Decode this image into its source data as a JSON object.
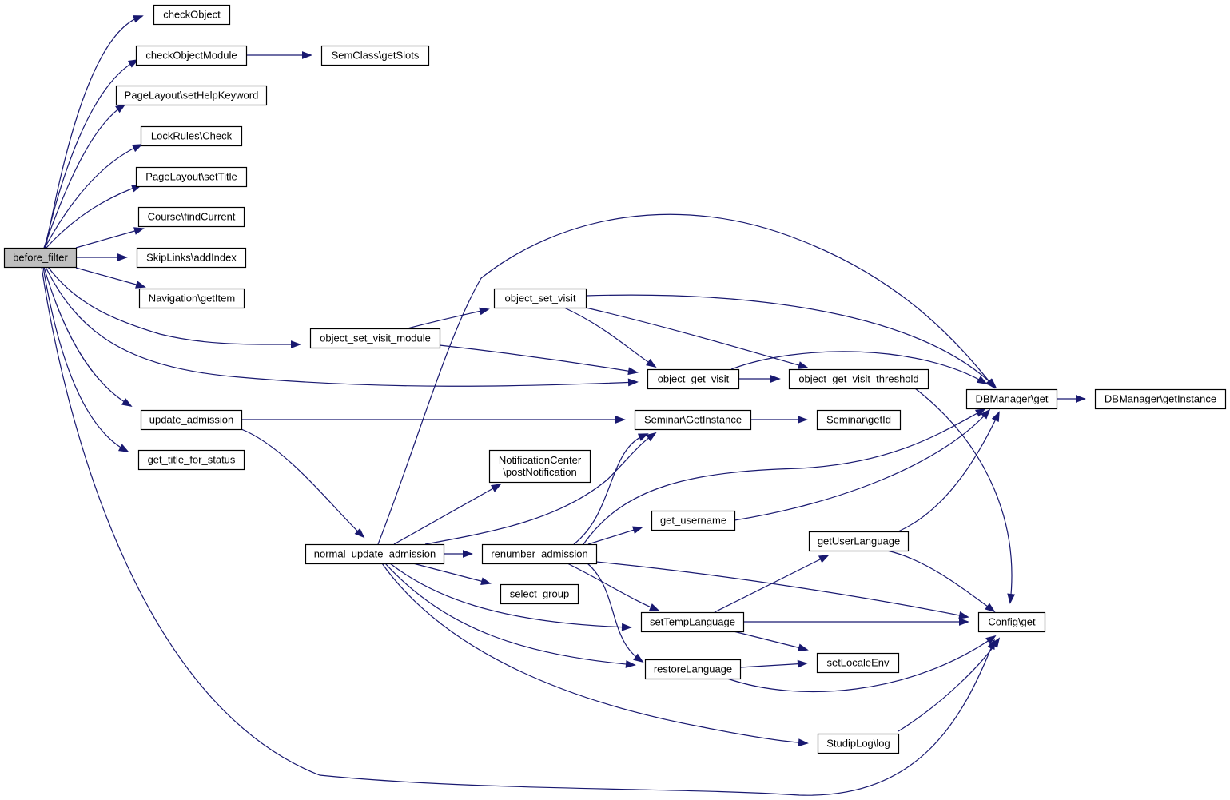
{
  "graph": {
    "root": "before_filter",
    "nodes": [
      {
        "id": "before_filter",
        "label": [
          "before_filter"
        ]
      },
      {
        "id": "checkObject",
        "label": [
          "checkObject"
        ]
      },
      {
        "id": "checkObjectModule",
        "label": [
          "checkObjectModule"
        ]
      },
      {
        "id": "SemClass_getSlots",
        "label": [
          "SemClass\\getSlots"
        ]
      },
      {
        "id": "PageLayout_setHelpKeyword",
        "label": [
          "PageLayout\\setHelpKeyword"
        ]
      },
      {
        "id": "LockRules_Check",
        "label": [
          "LockRules\\Check"
        ]
      },
      {
        "id": "PageLayout_setTitle",
        "label": [
          "PageLayout\\setTitle"
        ]
      },
      {
        "id": "Course_findCurrent",
        "label": [
          "Course\\findCurrent"
        ]
      },
      {
        "id": "SkipLinks_addIndex",
        "label": [
          "SkipLinks\\addIndex"
        ]
      },
      {
        "id": "Navigation_getItem",
        "label": [
          "Navigation\\getItem"
        ]
      },
      {
        "id": "object_set_visit_module",
        "label": [
          "object_set_visit_module"
        ]
      },
      {
        "id": "object_set_visit",
        "label": [
          "object_set_visit"
        ]
      },
      {
        "id": "object_get_visit",
        "label": [
          "object_get_visit"
        ]
      },
      {
        "id": "object_get_visit_threshold",
        "label": [
          "object_get_visit_threshold"
        ]
      },
      {
        "id": "DBManager_get",
        "label": [
          "DBManager\\get"
        ]
      },
      {
        "id": "DBManager_getInstance",
        "label": [
          "DBManager\\getInstance"
        ]
      },
      {
        "id": "update_admission",
        "label": [
          "update_admission"
        ]
      },
      {
        "id": "Seminar_GetInstance",
        "label": [
          "Seminar\\GetInstance"
        ]
      },
      {
        "id": "Seminar_getId",
        "label": [
          "Seminar\\getId"
        ]
      },
      {
        "id": "get_title_for_status",
        "label": [
          "get_title_for_status"
        ]
      },
      {
        "id": "NotificationCenter_postNotification",
        "label": [
          "NotificationCenter",
          "\\postNotification"
        ]
      },
      {
        "id": "get_username",
        "label": [
          "get_username"
        ]
      },
      {
        "id": "getUserLanguage",
        "label": [
          "getUserLanguage"
        ]
      },
      {
        "id": "normal_update_admission",
        "label": [
          "normal_update_admission"
        ]
      },
      {
        "id": "renumber_admission",
        "label": [
          "renumber_admission"
        ]
      },
      {
        "id": "select_group",
        "label": [
          "select_group"
        ]
      },
      {
        "id": "setTempLanguage",
        "label": [
          "setTempLanguage"
        ]
      },
      {
        "id": "Config_get",
        "label": [
          "Config\\get"
        ]
      },
      {
        "id": "restoreLanguage",
        "label": [
          "restoreLanguage"
        ]
      },
      {
        "id": "setLocaleEnv",
        "label": [
          "setLocaleEnv"
        ]
      },
      {
        "id": "StudipLog_log",
        "label": [
          "StudipLog\\log"
        ]
      }
    ],
    "edges": [
      {
        "from": "before_filter",
        "to": "checkObject"
      },
      {
        "from": "before_filter",
        "to": "checkObjectModule"
      },
      {
        "from": "checkObjectModule",
        "to": "SemClass_getSlots"
      },
      {
        "from": "before_filter",
        "to": "PageLayout_setHelpKeyword"
      },
      {
        "from": "before_filter",
        "to": "LockRules_Check"
      },
      {
        "from": "before_filter",
        "to": "PageLayout_setTitle"
      },
      {
        "from": "before_filter",
        "to": "Course_findCurrent"
      },
      {
        "from": "before_filter",
        "to": "SkipLinks_addIndex"
      },
      {
        "from": "before_filter",
        "to": "Navigation_getItem"
      },
      {
        "from": "before_filter",
        "to": "object_set_visit_module"
      },
      {
        "from": "before_filter",
        "to": "object_get_visit"
      },
      {
        "from": "before_filter",
        "to": "update_admission"
      },
      {
        "from": "before_filter",
        "to": "get_title_for_status"
      },
      {
        "from": "before_filter",
        "to": "Config_get"
      },
      {
        "from": "object_set_visit_module",
        "to": "object_set_visit"
      },
      {
        "from": "object_set_visit_module",
        "to": "object_get_visit"
      },
      {
        "from": "object_set_visit",
        "to": "object_get_visit"
      },
      {
        "from": "object_set_visit",
        "to": "object_get_visit_threshold"
      },
      {
        "from": "object_set_visit",
        "to": "DBManager_get"
      },
      {
        "from": "object_get_visit",
        "to": "object_get_visit_threshold"
      },
      {
        "from": "object_get_visit",
        "to": "DBManager_get"
      },
      {
        "from": "object_get_visit_threshold",
        "to": "Config_get"
      },
      {
        "from": "DBManager_get",
        "to": "DBManager_getInstance"
      },
      {
        "from": "update_admission",
        "to": "Seminar_GetInstance"
      },
      {
        "from": "update_admission",
        "to": "normal_update_admission"
      },
      {
        "from": "Seminar_GetInstance",
        "to": "Seminar_getId"
      },
      {
        "from": "normal_update_admission",
        "to": "DBManager_get"
      },
      {
        "from": "normal_update_admission",
        "to": "NotificationCenter_postNotification"
      },
      {
        "from": "normal_update_admission",
        "to": "Seminar_GetInstance"
      },
      {
        "from": "normal_update_admission",
        "to": "renumber_admission"
      },
      {
        "from": "normal_update_admission",
        "to": "select_group"
      },
      {
        "from": "normal_update_admission",
        "to": "setTempLanguage"
      },
      {
        "from": "normal_update_admission",
        "to": "restoreLanguage"
      },
      {
        "from": "normal_update_admission",
        "to": "StudipLog_log"
      },
      {
        "from": "renumber_admission",
        "to": "Seminar_GetInstance"
      },
      {
        "from": "renumber_admission",
        "to": "DBManager_get"
      },
      {
        "from": "renumber_admission",
        "to": "get_username"
      },
      {
        "from": "renumber_admission",
        "to": "Config_get"
      },
      {
        "from": "renumber_admission",
        "to": "setTempLanguage"
      },
      {
        "from": "renumber_admission",
        "to": "restoreLanguage"
      },
      {
        "from": "get_username",
        "to": "DBManager_get"
      },
      {
        "from": "getUserLanguage",
        "to": "DBManager_get"
      },
      {
        "from": "getUserLanguage",
        "to": "Config_get"
      },
      {
        "from": "setTempLanguage",
        "to": "getUserLanguage"
      },
      {
        "from": "setTempLanguage",
        "to": "Config_get"
      },
      {
        "from": "setTempLanguage",
        "to": "setLocaleEnv"
      },
      {
        "from": "restoreLanguage",
        "to": "setLocaleEnv"
      },
      {
        "from": "restoreLanguage",
        "to": "Config_get"
      },
      {
        "from": "StudipLog_log",
        "to": "Config_get"
      }
    ]
  }
}
